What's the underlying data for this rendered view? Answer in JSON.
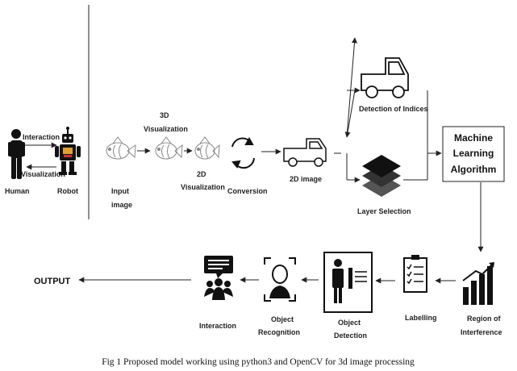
{
  "top_row": {
    "human": "Human",
    "robot": "Robot",
    "interaction": "Interaction",
    "visualization": "Visualization",
    "input_image": [
      "Input",
      "image"
    ],
    "viz_3d": [
      "3D",
      "Visualization"
    ],
    "viz_2d": [
      "2D",
      "Visualization"
    ],
    "conversion": "Conversion",
    "image_2d": "2D image",
    "detection_of_indices": "Detection of Indices",
    "layer_selection": "Layer Selection",
    "machine_learning": [
      "Machine",
      "Learning",
      "Algorithm"
    ]
  },
  "bottom_row": {
    "output": "OUTPUT",
    "interaction": "Interaction",
    "object_recognition": [
      "Object",
      "Recognition"
    ],
    "object_detection": [
      "Object",
      "Detection"
    ],
    "labelling": "Labelling",
    "region_of_interference": [
      "Region of",
      "Interference"
    ]
  },
  "caption": "Fig 1 Proposed model working using python3 and OpenCV for 3d image processing"
}
